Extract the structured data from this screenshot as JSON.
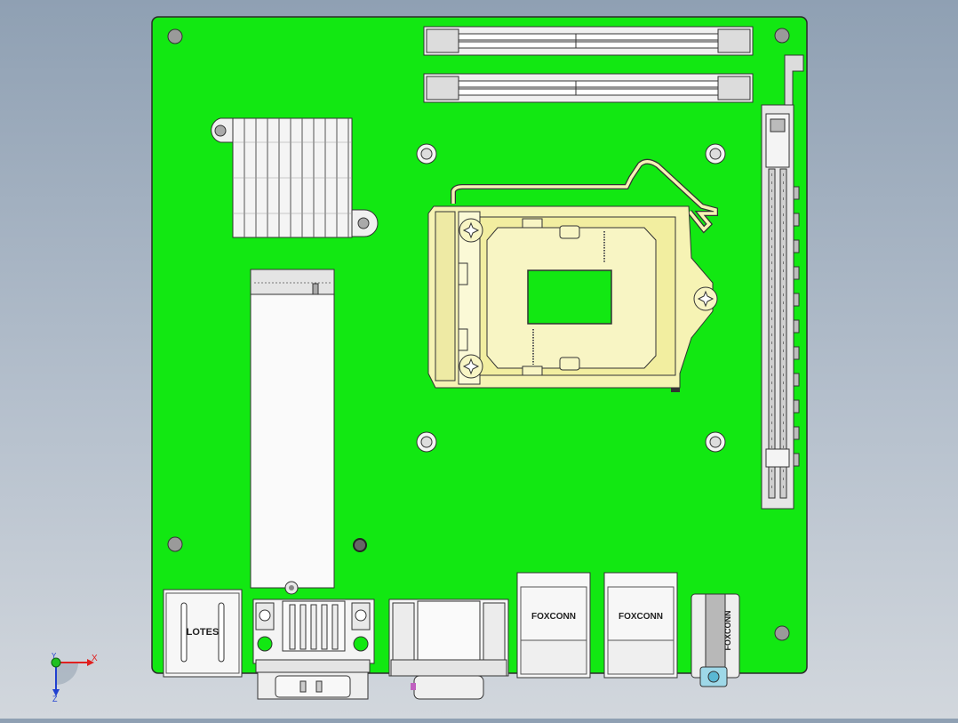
{
  "colors": {
    "pcb": "#12e812",
    "outline": "#2a2a2a",
    "metal": "#e6e6e6",
    "socket": "#f6f3b4",
    "background_top": "#8fa0b3",
    "background_bottom": "#d2d7dd",
    "axis_x": "#e02020",
    "axis_y": "#2040d0",
    "axis_z_dot": "#20c020"
  },
  "labels": {
    "lan1_brand": "FOXCONN",
    "lan2_brand": "FOXCONN",
    "audio_brand": "FOXCONN",
    "usb_brand": "LOTES"
  },
  "triad": {
    "x_label": "X",
    "y_label": "Y",
    "z_label": "Z"
  },
  "icons": {
    "axis_triad": "axis-triad-icon",
    "mounting_hole": "mounting-hole-icon",
    "screw": "torx-screw-icon"
  }
}
